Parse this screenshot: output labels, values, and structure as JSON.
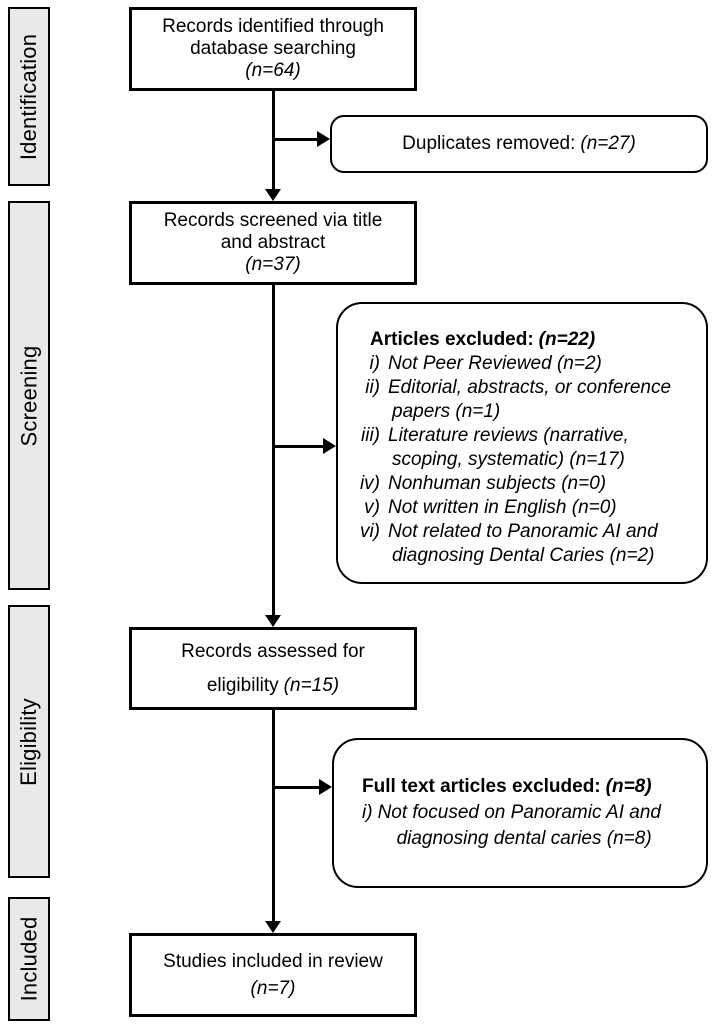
{
  "colors": {
    "border": "#000000",
    "stage_fill": "#e9e9e9",
    "background": "#ffffff"
  },
  "stages": [
    {
      "label": "Identification"
    },
    {
      "label": "Screening"
    },
    {
      "label": "Eligibility"
    },
    {
      "label": "Included"
    }
  ],
  "boxes": {
    "identified": {
      "text": "Records identified through\ndatabase searching",
      "count": "(n=64)"
    },
    "duplicates_removed": {
      "label": "Duplicates removed:",
      "count": "(n=27)"
    },
    "screened": {
      "text": "Records screened via title\nand abstract",
      "count": "(n=37)"
    },
    "articles_excluded": {
      "title": "Articles excluded:",
      "count": "(n=22)",
      "items": [
        {
          "num": "i)",
          "text": "Not Peer Reviewed (n=2)"
        },
        {
          "num": "ii)",
          "text": "Editorial, abstracts, or conference papers (n=1)"
        },
        {
          "num": "iii)",
          "text": "Literature reviews (narrative, scoping, systematic) (n=17)"
        },
        {
          "num": "iv)",
          "text": "Nonhuman subjects (n=0)"
        },
        {
          "num": "v)",
          "text": "Not written in English (n=0)"
        },
        {
          "num": "vi)",
          "text": "Not related to Panoramic AI and diagnosing Dental Caries (n=2)"
        }
      ]
    },
    "assessed": {
      "line1": "Records assessed for",
      "line2": "eligibility",
      "count": "(n=15)"
    },
    "fulltext_excluded": {
      "title": "Full text articles excluded:",
      "count": "(n=8)",
      "items": [
        {
          "num": "i)",
          "text": "Not focused on Panoramic AI and diagnosing dental caries (n=8)"
        }
      ]
    },
    "included": {
      "text": "Studies included in review",
      "count": "(n=7)"
    }
  }
}
